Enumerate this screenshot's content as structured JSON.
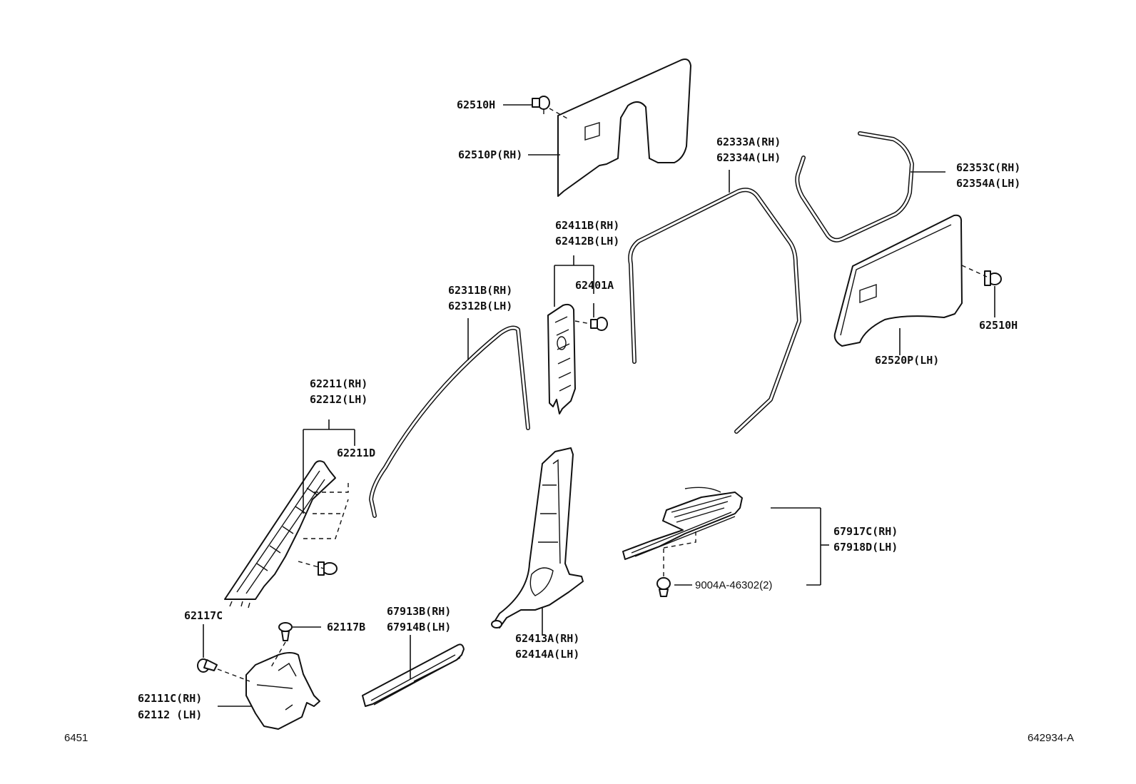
{
  "labels": {
    "p62510H_top": "62510H",
    "p62510P": "62510P(RH)",
    "p62333A": "62333A(RH)",
    "p62334A": "62334A(LH)",
    "p62353C": "62353C(RH)",
    "p62354A": "62354A(LH)",
    "p62411B": "62411B(RH)",
    "p62412B": "62412B(LH)",
    "p62401A": "62401A",
    "p62510H_right": "62510H",
    "p62311B": "62311B(RH)",
    "p62312B": "62312B(LH)",
    "p62520P": "62520P(LH)",
    "p62211": "62211(RH)",
    "p62212": "62212(LH)",
    "p62211D": "62211D",
    "p67917C": "67917C(RH)",
    "p67918D": "67918D(LH)",
    "p9004A": "9004A-46302(2)",
    "p62117C": "62117C",
    "p62117B": "62117B",
    "p67913B": "67913B(RH)",
    "p67914B": "67914B(LH)",
    "p62413A": "62413A(RH)",
    "p62414A": "62414A(LH)",
    "p62111C": "62111C(RH)",
    "p62112": "62112 (LH)"
  },
  "footer": {
    "page_code": "6451",
    "diagram_code": "642934-A"
  }
}
